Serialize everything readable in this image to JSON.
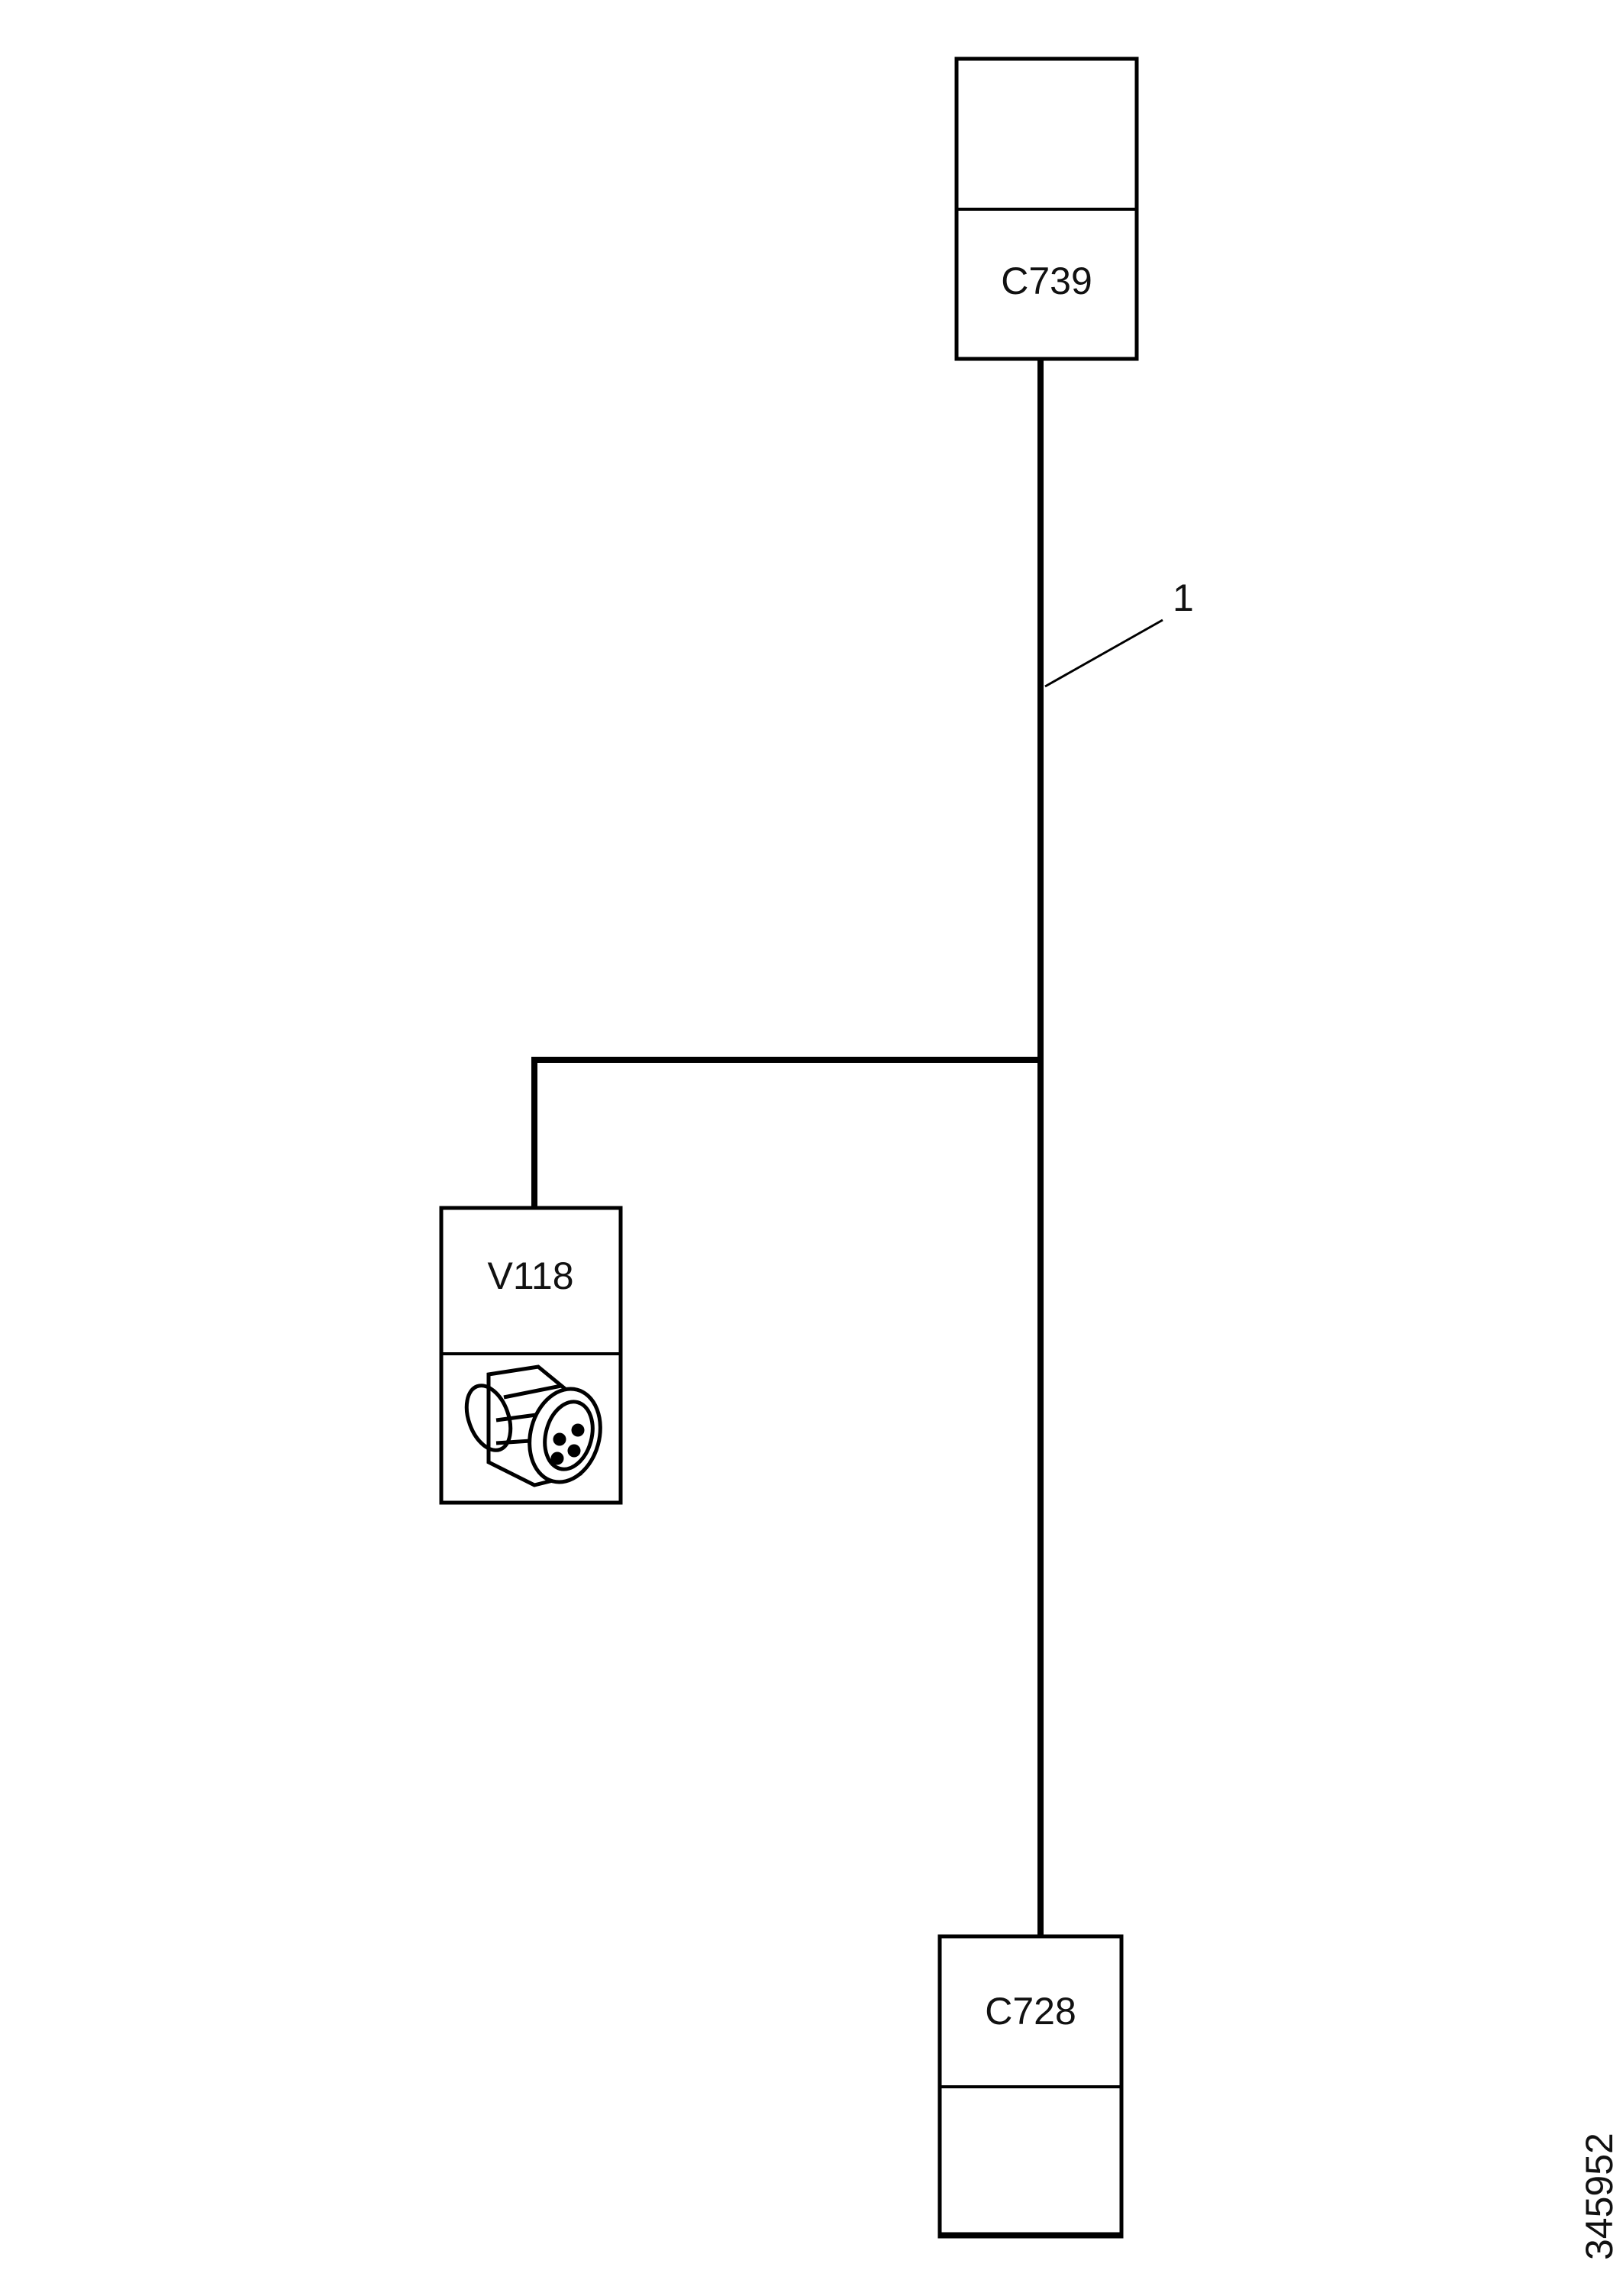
{
  "diagram": {
    "connectors": {
      "top": {
        "id": "C739"
      },
      "branch": {
        "id": "V118",
        "image": "round-connector-icon"
      },
      "bottom": {
        "id": "C728"
      }
    },
    "wire_callout": "1",
    "figure_number": "345952"
  }
}
